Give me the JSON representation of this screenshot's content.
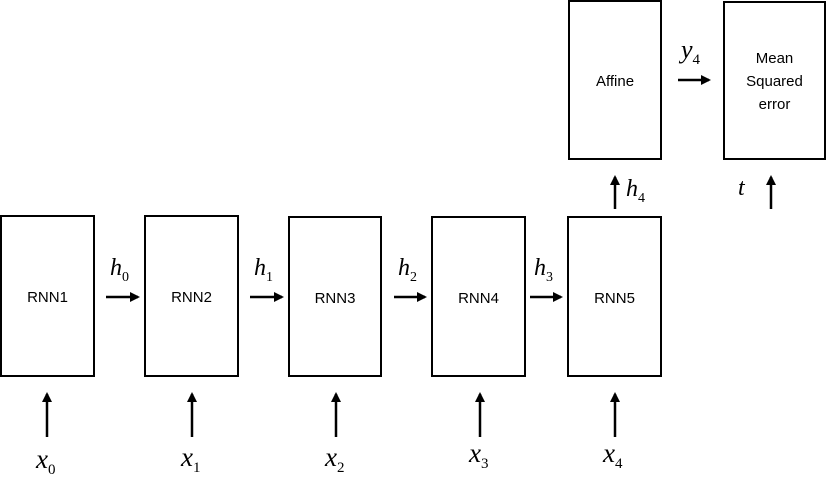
{
  "rnn_cells": [
    {
      "label": "RNN1"
    },
    {
      "label": "RNN2"
    },
    {
      "label": "RNN3"
    },
    {
      "label": "RNN4"
    },
    {
      "label": "RNN5"
    }
  ],
  "affine": {
    "label": "Affine"
  },
  "loss": {
    "lines": [
      "Mean",
      "Squared",
      "error"
    ]
  },
  "hidden_states": [
    {
      "var": "h",
      "sub": "0"
    },
    {
      "var": "h",
      "sub": "1"
    },
    {
      "var": "h",
      "sub": "2"
    },
    {
      "var": "h",
      "sub": "3"
    }
  ],
  "inputs": [
    {
      "var": "x",
      "sub": "0"
    },
    {
      "var": "x",
      "sub": "1"
    },
    {
      "var": "x",
      "sub": "2"
    },
    {
      "var": "x",
      "sub": "3"
    },
    {
      "var": "x",
      "sub": "4"
    }
  ],
  "h4": {
    "var": "h",
    "sub": "4"
  },
  "y4": {
    "var": "y",
    "sub": "4"
  },
  "target": {
    "var": "t"
  }
}
